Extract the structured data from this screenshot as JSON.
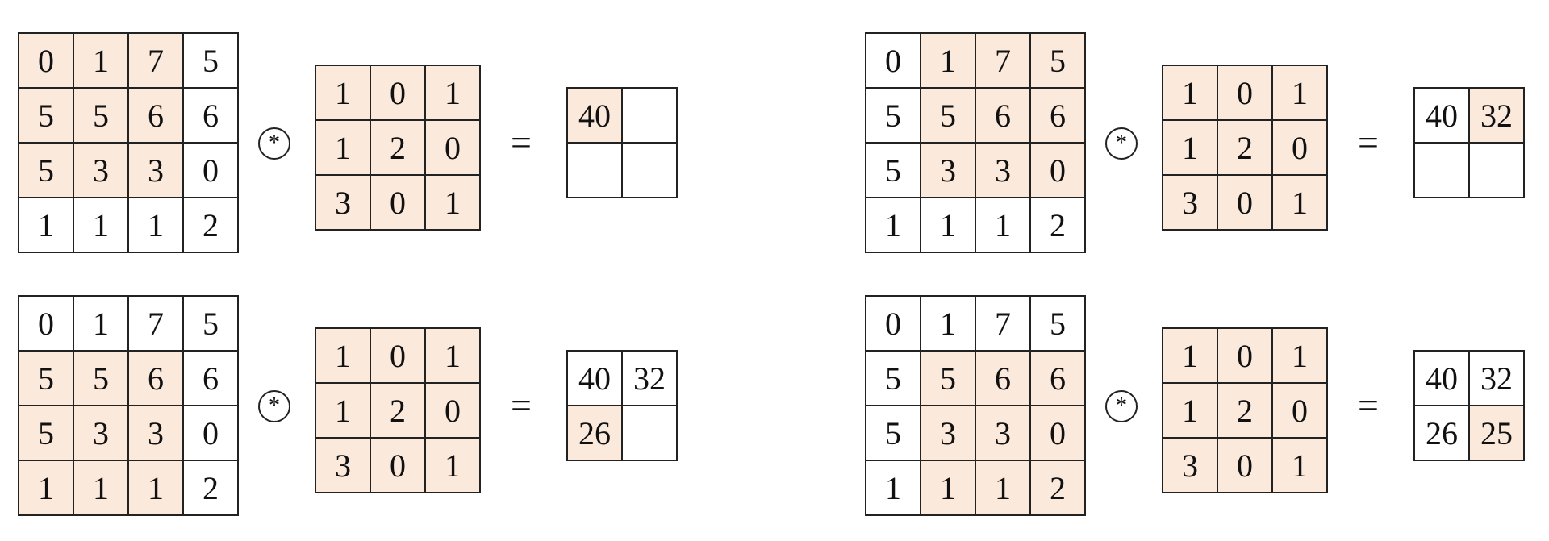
{
  "operator_symbol": "*",
  "equals_symbol": "=",
  "panels": [
    {
      "id": "step-1",
      "input": [
        [
          "0",
          "1",
          "7",
          "5"
        ],
        [
          "5",
          "5",
          "6",
          "6"
        ],
        [
          "5",
          "3",
          "3",
          "0"
        ],
        [
          "1",
          "1",
          "1",
          "2"
        ]
      ],
      "input_highlight": [
        [
          1,
          1,
          1,
          0
        ],
        [
          1,
          1,
          1,
          0
        ],
        [
          1,
          1,
          1,
          0
        ],
        [
          0,
          0,
          0,
          0
        ]
      ],
      "kernel": [
        [
          "1",
          "0",
          "1"
        ],
        [
          "1",
          "2",
          "0"
        ],
        [
          "3",
          "0",
          "1"
        ]
      ],
      "output": [
        [
          "40",
          ""
        ],
        [
          "",
          ""
        ]
      ],
      "output_highlight": [
        [
          1,
          0
        ],
        [
          0,
          0
        ]
      ]
    },
    {
      "id": "step-2",
      "input": [
        [
          "0",
          "1",
          "7",
          "5"
        ],
        [
          "5",
          "5",
          "6",
          "6"
        ],
        [
          "5",
          "3",
          "3",
          "0"
        ],
        [
          "1",
          "1",
          "1",
          "2"
        ]
      ],
      "input_highlight": [
        [
          0,
          1,
          1,
          1
        ],
        [
          0,
          1,
          1,
          1
        ],
        [
          0,
          1,
          1,
          1
        ],
        [
          0,
          0,
          0,
          0
        ]
      ],
      "kernel": [
        [
          "1",
          "0",
          "1"
        ],
        [
          "1",
          "2",
          "0"
        ],
        [
          "3",
          "0",
          "1"
        ]
      ],
      "output": [
        [
          "40",
          "32"
        ],
        [
          "",
          ""
        ]
      ],
      "output_highlight": [
        [
          0,
          1
        ],
        [
          0,
          0
        ]
      ]
    },
    {
      "id": "step-3",
      "input": [
        [
          "0",
          "1",
          "7",
          "5"
        ],
        [
          "5",
          "5",
          "6",
          "6"
        ],
        [
          "5",
          "3",
          "3",
          "0"
        ],
        [
          "1",
          "1",
          "1",
          "2"
        ]
      ],
      "input_highlight": [
        [
          0,
          0,
          0,
          0
        ],
        [
          1,
          1,
          1,
          0
        ],
        [
          1,
          1,
          1,
          0
        ],
        [
          1,
          1,
          1,
          0
        ]
      ],
      "kernel": [
        [
          "1",
          "0",
          "1"
        ],
        [
          "1",
          "2",
          "0"
        ],
        [
          "3",
          "0",
          "1"
        ]
      ],
      "output": [
        [
          "40",
          "32"
        ],
        [
          "26",
          ""
        ]
      ],
      "output_highlight": [
        [
          0,
          0
        ],
        [
          1,
          0
        ]
      ]
    },
    {
      "id": "step-4",
      "input": [
        [
          "0",
          "1",
          "7",
          "5"
        ],
        [
          "5",
          "5",
          "6",
          "6"
        ],
        [
          "5",
          "3",
          "3",
          "0"
        ],
        [
          "1",
          "1",
          "1",
          "2"
        ]
      ],
      "input_highlight": [
        [
          0,
          0,
          0,
          0
        ],
        [
          0,
          1,
          1,
          1
        ],
        [
          0,
          1,
          1,
          1
        ],
        [
          0,
          1,
          1,
          1
        ]
      ],
      "kernel": [
        [
          "1",
          "0",
          "1"
        ],
        [
          "1",
          "2",
          "0"
        ],
        [
          "3",
          "0",
          "1"
        ]
      ],
      "output": [
        [
          "40",
          "32"
        ],
        [
          "26",
          "25"
        ]
      ],
      "output_highlight": [
        [
          0,
          0
        ],
        [
          0,
          1
        ]
      ]
    }
  ],
  "colors": {
    "highlight": "#fbe9dc",
    "line": "#222222"
  }
}
